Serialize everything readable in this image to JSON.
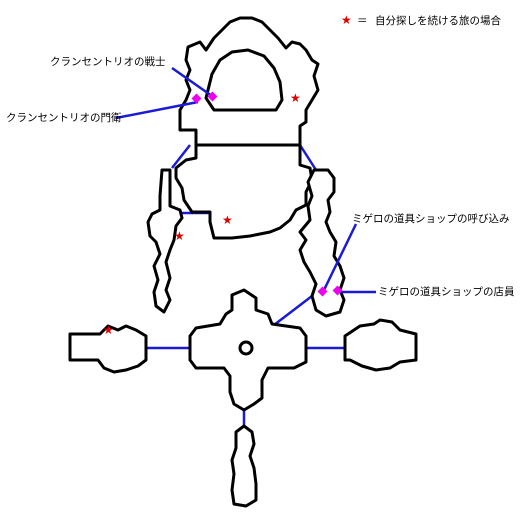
{
  "legend": {
    "symbol": "★",
    "equals": "＝",
    "text": "自分探しを続ける旅の場合",
    "star_color": "#e00000"
  },
  "labels": {
    "warrior": "クランセントリオの戦士",
    "gatekeeper": "クランセントリオの門衛",
    "tool_caller": "ミゲロの道具ショップの呼び込み",
    "tool_clerk": "ミゲロの道具ショップの店員"
  },
  "colors": {
    "connector": "#1a1ad8",
    "npc_marker": "#ee00ee",
    "star": "#e00000",
    "wall": "#000000"
  },
  "icons": {
    "npc_marker": "diamond",
    "star": "star"
  }
}
